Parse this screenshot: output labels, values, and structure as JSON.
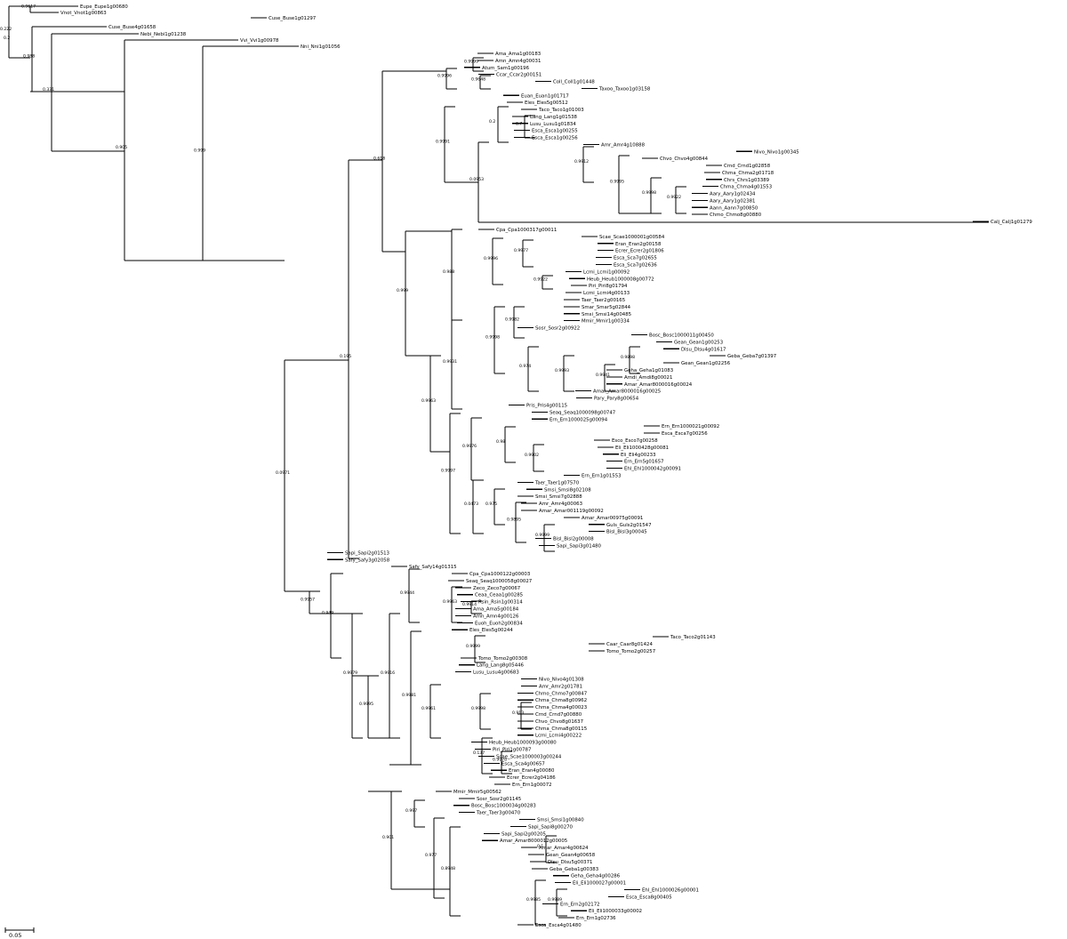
{
  "tree": {
    "scale_label": "0.05",
    "root_support": "0.2",
    "leaves": [
      "Eupe_Eupe1g00680",
      "Vnot_Vnot1g00863",
      "Cuse_Buse1g01297",
      "Cuse_Buse4g01658",
      "Nebi_Nebi1g01238",
      "Vvi_Vvi1g00978",
      "Nni_Nni1g01056",
      "Ama_Ama1g00183",
      "Amn_Amn4g00031",
      "Atum_Sam1g00196",
      "Ccar_Ccar2g00151",
      "Coll_Coll1g01448",
      "Taxoo_Taxoo1g03158",
      "Euan_Euan1g01717",
      "Eles_Eles5g00512",
      "Taco_Taco1g01003",
      "Lang_Lang1g01538",
      "Lusu_Lusu1g01834",
      "Esca_Esca1g00255",
      "Esca_Esca1g00256",
      "Amr_Amr4g10888",
      "Nivo_Nivo1g00345",
      "Chvo_Chvo4g00844",
      "Crnd_Crnd1g02858",
      "Chma_Chma2g01718",
      "Chrs_Chrs1g03389",
      "Chma_Chma4g01553",
      "Aary_Aary1g02434",
      "Aary_Aary1g02381",
      "Aann_Aann7g00850",
      "Chmo_Chmo8g00880",
      "Calj_Calj1g01279",
      "Cpa_Cpa1000317g00011",
      "Scae_Scae1000001g00584",
      "Eran_Eran2g00158",
      "Ecrer_Ecrer2g01806",
      "Esca_Sca7g02655",
      "Esca_Sca7g02636",
      "Lcmi_Lcmi1g00092",
      "Heub_Heub1000008g00772",
      "Piri_Piri8g01794",
      "Lcmi_Lcmi4g00133",
      "Taer_Taer2g00165",
      "Smar_Smar5g02844",
      "Smsi_Smsi14g00485",
      "Mmir_Mmir1g00334",
      "Sosr_Sosr2g00922",
      "Bosc_Bosc1000011g00450",
      "Gean_Gean1g00253",
      "Dlsu_Dlsu4g01617",
      "Geba_Geba7g01397",
      "Gean_Gean1g02256",
      "Geha_Geha1g01083",
      "Amdi_Amdi8g00021",
      "Amar_Amar8000016g00024",
      "Amar_Amar8000016g00025",
      "Pary_Pary8g00654",
      "Pris_Pris4g00115",
      "Seaq_Seaq1000098g00747",
      "Ern_Ern1000025g00094",
      "Ern_Ern1000021g00092",
      "Esca_Esca7g00256",
      "Esco_Esco7g00258",
      "Eli_Eli1000428g00081",
      "Eli_Eli4g00233",
      "Ern_Ern5g01657",
      "Ehl_Ehl1000042g00091",
      "Ern_Ern1g01553",
      "Taer_Taer1g07570",
      "Smsi_Smsi8g02108",
      "Smsi_Smsi7g02888",
      "Amr_Amr4g00063",
      "Amar_Amar001119g00092",
      "Amar_Amar00975g00091",
      "Guls_Guls2g01547",
      "Bisl_Bisl3g00045",
      "Bisl_Bisl2g00008",
      "Sapi_Sapi3g01480",
      "Sapi_Sapi2g01513",
      "Safy_Safy3g02058",
      "Safy_Safy14g01315",
      "Cpa_Cpa1000122g00003",
      "Seaq_Seaq1000058g00027",
      "Zeco_Zeco7g00067",
      "Ceaa_Ceaa1g00285",
      "Rsin_Rsin1g00314",
      "Ama_Ama5g00184",
      "Amn_Amn4g00126",
      "Euoh_Euoh2g00834",
      "Eles_Eles5g00244",
      "Taco_Taco2g01143",
      "Caar_Caar8g01424",
      "Tomo_Tomo2g00257",
      "Tomo_Tomo2g00308",
      "Lang_Lang8g05446",
      "Lusu_Lusu4g00683",
      "Nivo_Nivo4g01308",
      "Amr_Amr2g01781",
      "Chmo_Chmo7g00847",
      "Chma_Chma8g00962",
      "Chma_Chma4g00023",
      "Crnd_Crnd7g00880",
      "Chvo_Chvo8g01637",
      "Chma_Chma8g00115",
      "Lcmi_Lcmi4g00222",
      "Heub_Heub1000093g00080",
      "Piri_Piri1g00787",
      "Scae_Scae1000003g00244",
      "Esca_Sca4g00657",
      "Eran_Eran4g00080",
      "Ecrer_Ecrer2g04186",
      "Ern_Ern1g00072",
      "Mmir_Mmir5g00562",
      "Sosr_Sosr2g01145",
      "Bosc_Bosc1000034g00283",
      "Taer_Taer3g00470",
      "Smsi_Smsi1g00840",
      "Sapi_Sapi8g00270",
      "Sapi_Sapi2g00205",
      "Amar_Amar8000012g00005",
      "Amar_Amar4g00624",
      "Gean_Gean4g00658",
      "Dlsu_Dlsu5g00371",
      "Geba_Geba1g00383",
      "Geha_Geha4g00286",
      "Eli_Eli1000027g00001",
      "Ehl_Ehl1000026g00001",
      "Esca_Esca8g00405",
      "Ern_Ern2g02172",
      "Eli_Eli1000033g00002",
      "Ern_Ern1g02736",
      "Esca_Esca4g01480"
    ],
    "supports": [
      "0.222",
      "0.9617",
      "0.988",
      "0.331",
      "0.905",
      "0.999",
      "0.0971",
      "0.195",
      "0.618",
      "0.999",
      "0.9963",
      "0.9957",
      "0.949",
      "0.9979",
      "0.9995",
      "0.9916",
      "0.9981",
      "0.901",
      "0.997",
      "0.977",
      "0.8948",
      "0.9996",
      "0.9999",
      "0.9648",
      "0.9991",
      "0.0953",
      "0.2",
      "0.7",
      "0.9912",
      "0.9995",
      "0.9998",
      "0.9922",
      "0.988",
      "0.9996",
      "0.9977",
      "0.9922",
      "0.9931",
      "0.9998",
      "0.9982",
      "0.974",
      "0.9993",
      "0.9941",
      "0.9898",
      "0.9997",
      "0.9976",
      "0.98",
      "0.9902",
      "0.0473",
      "0.975",
      "0.9895",
      "0.9999",
      "0.9944",
      "0.9963",
      "0.9914",
      "0.9999",
      "0.9961",
      "0.9998",
      "0.913",
      "0.137",
      "0.9978",
      "0.1",
      "0.9985",
      "0.9989",
      "0.9971",
      "0.9983",
      "0.9958",
      "0.9962",
      "0.9966",
      "0.9894",
      "0.9947",
      "0.9997",
      "0.9968",
      "0.9883",
      "0.9999",
      "0.9951",
      "0.9921",
      "0.1",
      "0.9924",
      "0.9981",
      "0.9971"
    ]
  }
}
